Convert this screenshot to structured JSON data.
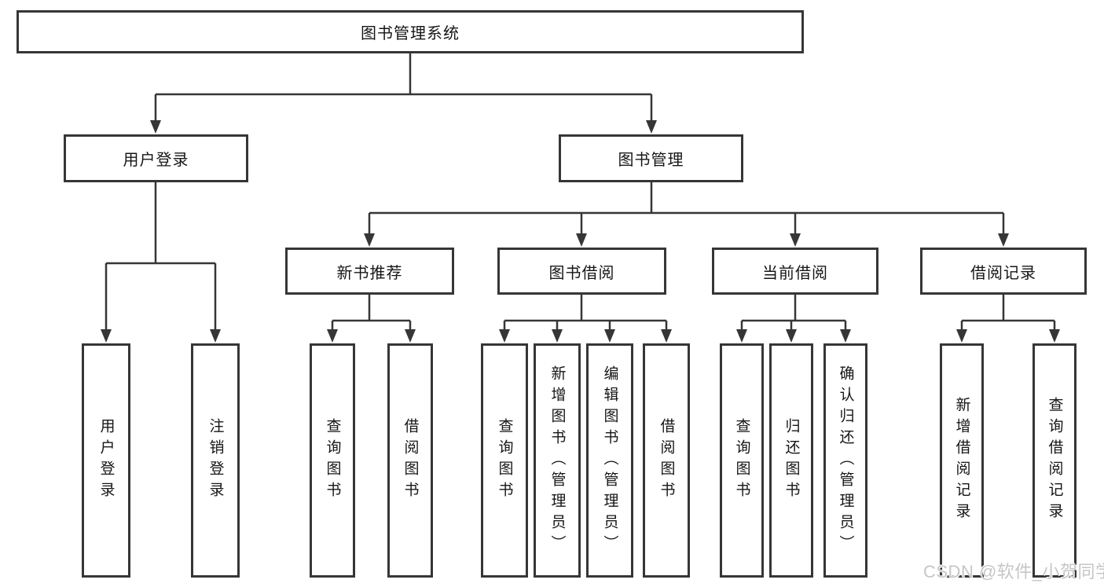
{
  "tree": {
    "label": "图书管理系统",
    "children": [
      {
        "label": "用户登录",
        "children": [
          {
            "label": "用户登录"
          },
          {
            "label": "注销登录"
          }
        ]
      },
      {
        "label": "图书管理",
        "children": [
          {
            "label": "新书推荐",
            "children": [
              {
                "label": "查询图书"
              },
              {
                "label": "借阅图书"
              }
            ]
          },
          {
            "label": "图书借阅",
            "children": [
              {
                "label": "查询图书"
              },
              {
                "label": "新增图书（管理员）"
              },
              {
                "label": "编辑图书（管理员）"
              },
              {
                "label": "借阅图书"
              }
            ]
          },
          {
            "label": "当前借阅",
            "children": [
              {
                "label": "查询图书"
              },
              {
                "label": "归还图书"
              },
              {
                "label": "确认归还（管理员）"
              }
            ]
          },
          {
            "label": "借阅记录",
            "children": [
              {
                "label": "新增借阅记录"
              },
              {
                "label": "查询借阅记录"
              }
            ]
          }
        ]
      }
    ]
  },
  "watermark": "CSDN @软件_小贺同学",
  "colors": {
    "line": "#363636",
    "box_background": "#ffffff",
    "text": "#161616",
    "watermark": "#c6c6c6"
  }
}
